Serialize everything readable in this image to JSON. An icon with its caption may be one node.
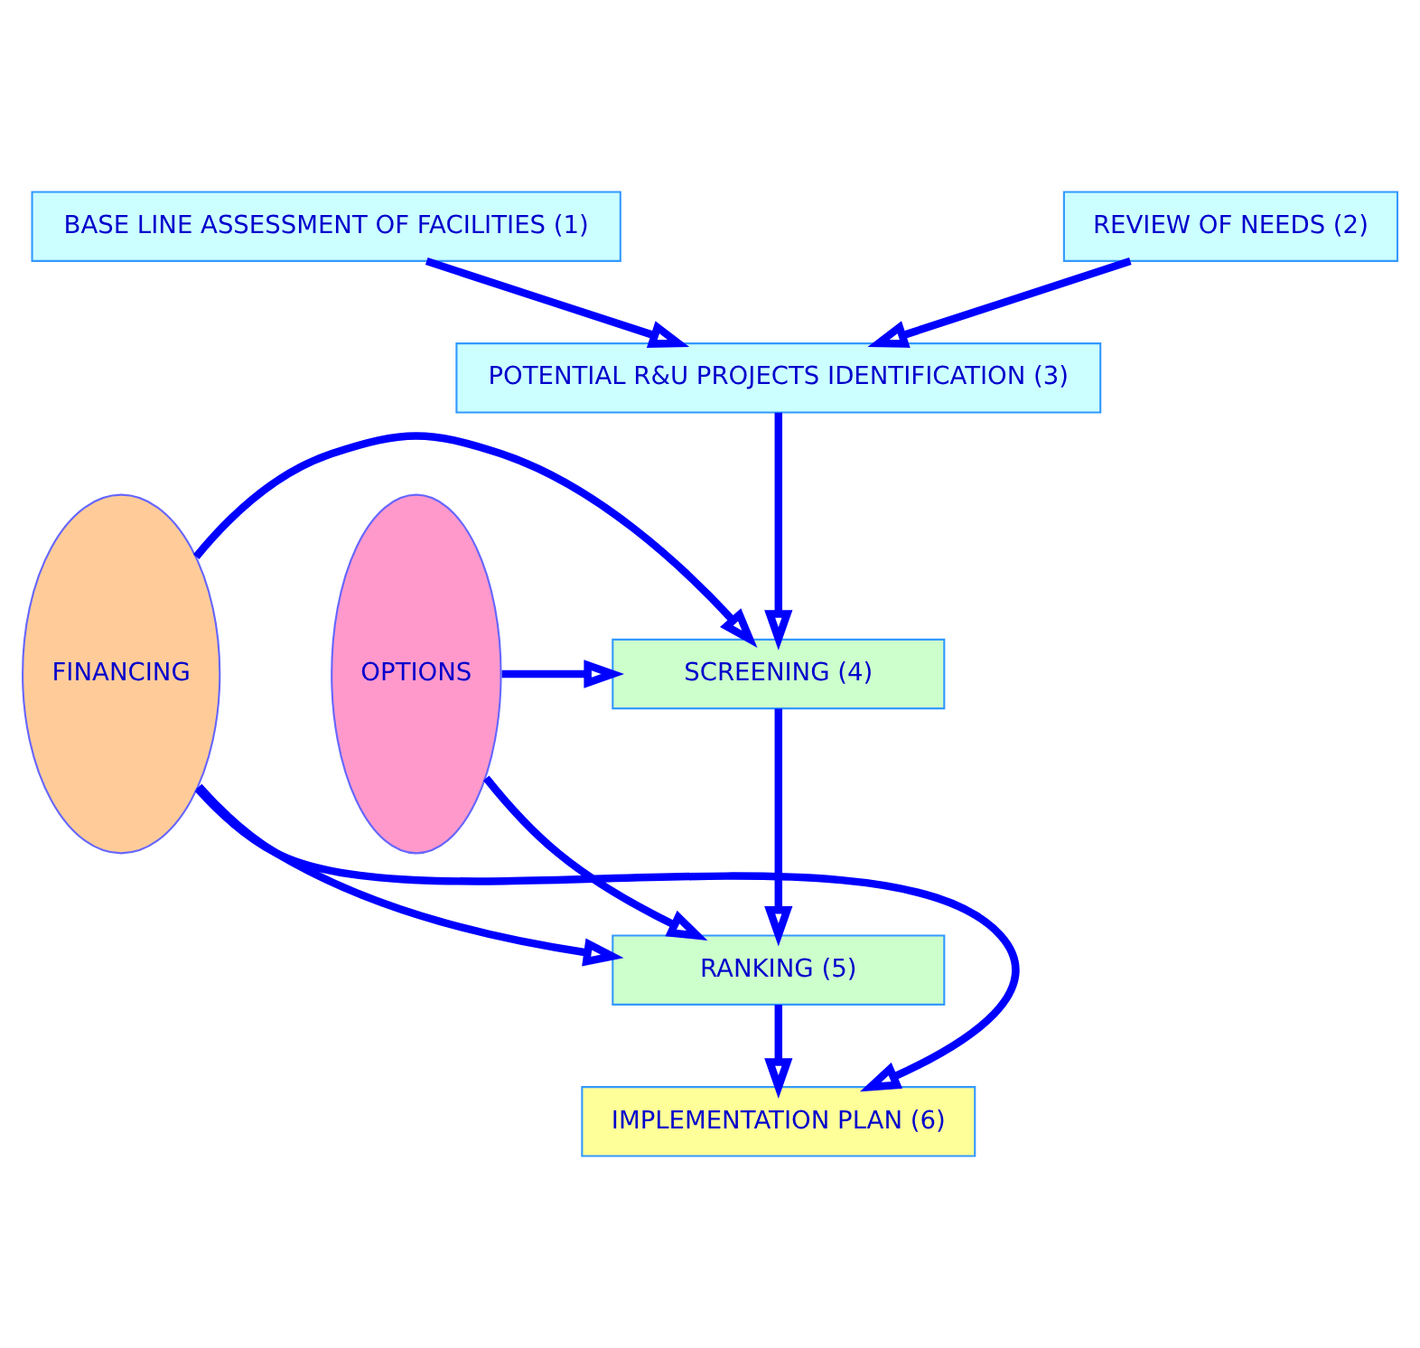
{
  "diagram": {
    "nodes": [
      {
        "text": [
          "BASE LINE ASSESSMENT OF FACILITIES (1)"
        ]
      },
      {
        "text": [
          "REVIEW OF NEEDS (2)"
        ]
      },
      {
        "text": [
          "POTENTIAL R&U PROJECTS IDENTIFICATION (3)"
        ]
      },
      {
        "text": [
          "FINANCING"
        ]
      },
      {
        "text": [
          "SCREENING (4)"
        ]
      },
      {
        "text": [
          "OPTIONS"
        ]
      },
      {
        "text": [
          "RANKING (5)"
        ]
      },
      {
        "text": [
          "IMPLEMENTATION PLAN (6)"
        ]
      }
    ],
    "edges": [
      {
        "from": 0,
        "to": 2,
        "arrow": "to"
      },
      {
        "from": 1,
        "to": 2,
        "arrow": "to"
      },
      {
        "from": 2,
        "to": 4,
        "arrow": "to"
      },
      {
        "from": 3,
        "to": 4,
        "arrow": "to"
      },
      {
        "from": 5,
        "to": 4,
        "arrow": "to"
      },
      {
        "from": 4,
        "to": 6,
        "arrow": "to"
      },
      {
        "from": 3,
        "to": 6,
        "arrow": "to"
      },
      {
        "from": 5,
        "to": 6,
        "arrow": "to"
      },
      {
        "from": 6,
        "to": 7,
        "arrow": "to"
      },
      {
        "from": 3,
        "to": 7,
        "arrow": "to"
      }
    ]
  }
}
